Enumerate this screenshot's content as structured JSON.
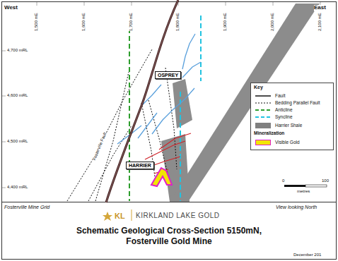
{
  "diagram": {
    "title": "Schematic Geological Cross-Section 5150mN, Fosterville Gold Mine",
    "nodes": [
      {
        "text": [
          "OSPREY"
        ]
      },
      {
        "text": [
          "HARRIER"
        ]
      }
    ],
    "labels": [
      "West",
      "East",
      "1,500 mE",
      "1,600 mE",
      "1,700 mE",
      "1,800 mE",
      "1,900 mE",
      "2,000 mE",
      "2,100 mE",
      "4,700 mRL",
      "4,600 mRL",
      "4,500 mRL",
      "4,400 mRL",
      "Fosterville Fault",
      "Key",
      "Mineralization",
      "0",
      "100",
      "metres",
      "Fosterville Mine Grid",
      "View looking North",
      "KL",
      "KIRKLAND LAKE GOLD",
      "December 201"
    ],
    "legend": [
      {
        "text": "Fault"
      },
      {
        "text": "Bedding Parallel Fault"
      },
      {
        "text": "Anticline"
      },
      {
        "text": "Syncline"
      },
      {
        "text": "Harrier Shale",
        "color": "#808080"
      },
      {
        "text": "Visible Gold",
        "color": "#f2e600"
      }
    ]
  }
}
